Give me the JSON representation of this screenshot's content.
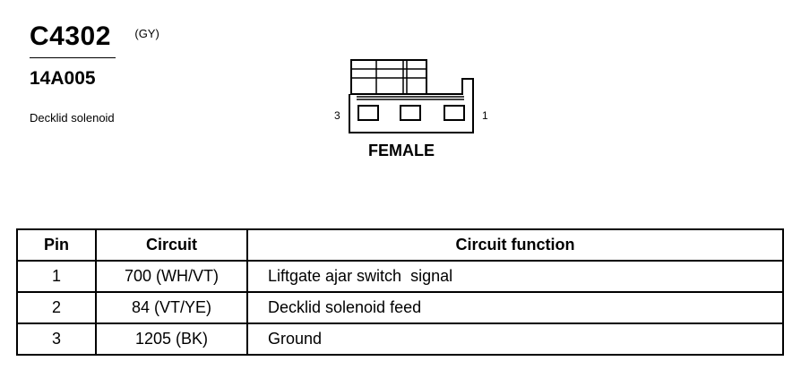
{
  "connector": {
    "id": "C4302",
    "color_code": "(GY)",
    "part_number": "14A005",
    "description": "Decklid solenoid",
    "pin_left_label": "3",
    "pin_right_label": "1",
    "gender": "FEMALE"
  },
  "table": {
    "headers": [
      "Pin",
      "Circuit",
      "Circuit function"
    ],
    "rows": [
      {
        "pin": "1",
        "circuit": "700 (WH/VT)",
        "function": "Liftgate ajar switch  signal"
      },
      {
        "pin": "2",
        "circuit": "84 (VT/YE)",
        "function": "Decklid solenoid feed"
      },
      {
        "pin": "3",
        "circuit": "1205 (BK)",
        "function": "Ground"
      }
    ]
  }
}
